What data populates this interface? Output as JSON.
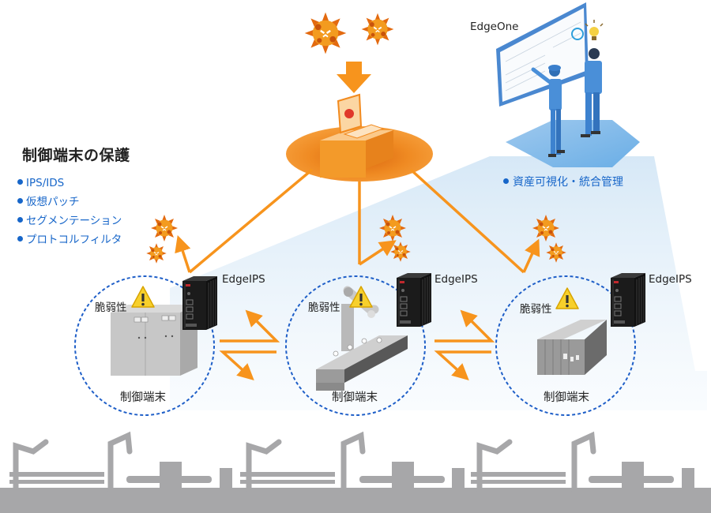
{
  "section": {
    "title": "制御端末の保護",
    "features": [
      "IPS/IDS",
      "仮想パッチ",
      "セグメンテーション",
      "プロトコルフィルタ"
    ]
  },
  "management": {
    "product": "EdgeOne",
    "caption": "資産可視化・統合管理"
  },
  "nodes": [
    {
      "device": "EdgeIPS",
      "vulnerability": "脆弱性",
      "terminal": "制御端末",
      "terminal_type": "control-panel"
    },
    {
      "device": "EdgeIPS",
      "vulnerability": "脆弱性",
      "terminal": "制御端末",
      "terminal_type": "robot-conveyor"
    },
    {
      "device": "EdgeIPS",
      "vulnerability": "脆弱性",
      "terminal": "制御端末",
      "terminal_type": "plc-rack"
    }
  ],
  "icons": {
    "threat": "virus-icon",
    "warning": "warning-triangle-icon",
    "device": "edgeips-appliance-icon",
    "source": "infected-laptop-icon",
    "idea": "lightbulb-icon"
  },
  "colors": {
    "orange": "#f7941d",
    "orange_dark": "#e06b0c",
    "blue_text": "#1766c9",
    "dashed_circle": "#1f5fc8",
    "beam": "#d6e8f6",
    "silhouette": "#a7a7a9",
    "warning_yellow": "#f7d02c"
  }
}
